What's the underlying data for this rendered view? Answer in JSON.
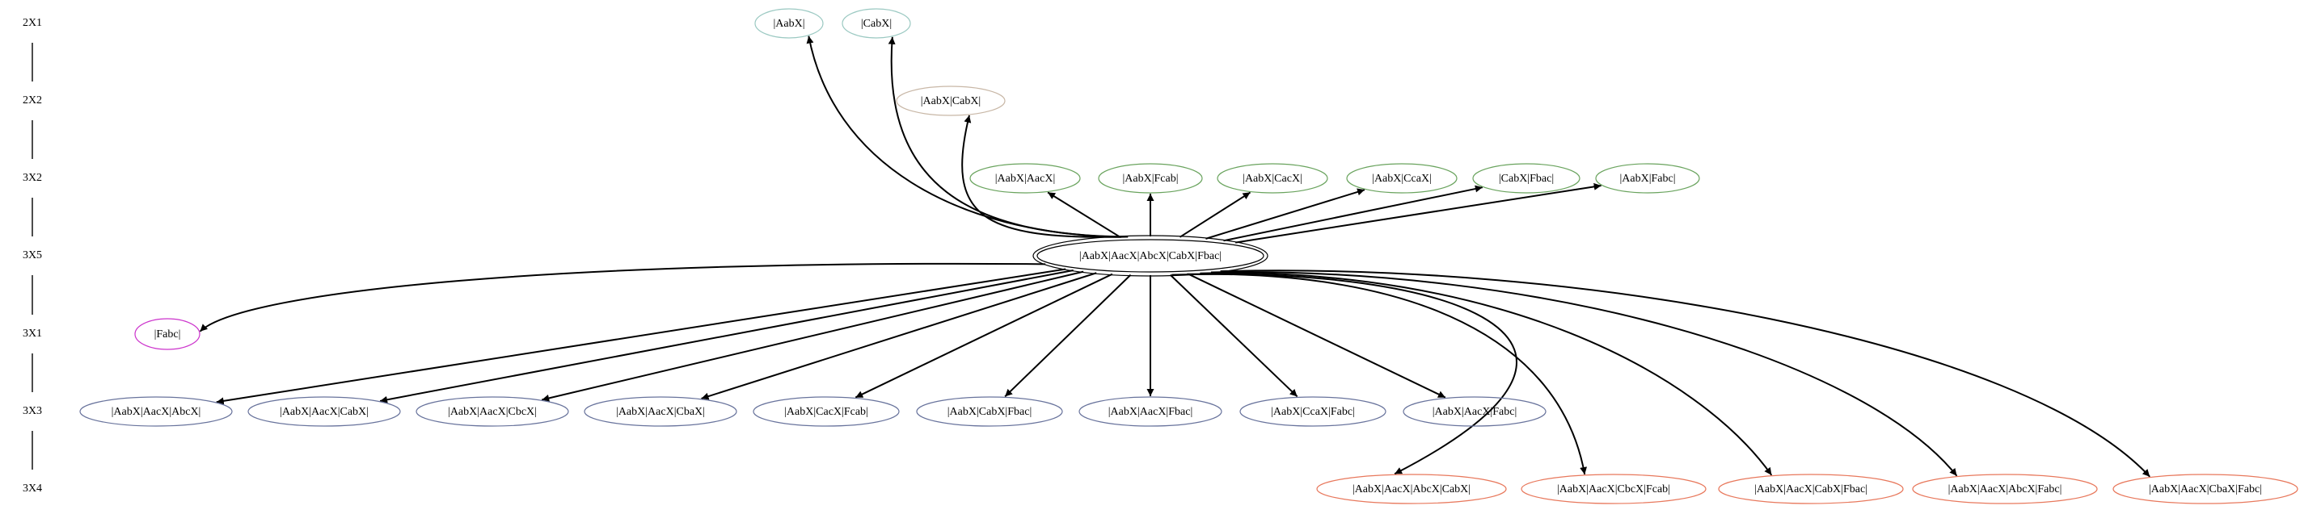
{
  "rank_labels": [
    "2X1",
    "2X2",
    "3X2",
    "3X5",
    "3X1",
    "3X3",
    "3X4"
  ],
  "colors": {
    "teal": "#9bc9c2",
    "tan": "#c8b7a6",
    "green": "#69a35d",
    "black": "#000000",
    "magenta": "#cc33cc",
    "slate": "#68739c",
    "coral": "#e8785c"
  },
  "nodes": {
    "center": {
      "label": "|AabX|AacX|AbcX|CabX|Fbac|",
      "rank": "3X5",
      "color": "black",
      "style": "double"
    },
    "r1_aabx": {
      "label": "|AabX|",
      "rank": "2X1",
      "color": "teal"
    },
    "r1_cabx": {
      "label": "|CabX|",
      "rank": "2X1",
      "color": "teal"
    },
    "r2_aabxcabx": {
      "label": "|AabX|CabX|",
      "rank": "2X2",
      "color": "tan"
    },
    "r3_aabxaacx": {
      "label": "|AabX|AacX|",
      "rank": "3X2",
      "color": "green"
    },
    "r3_aabxfcab": {
      "label": "|AabX|Fcab|",
      "rank": "3X2",
      "color": "green"
    },
    "r3_aabxcacx": {
      "label": "|AabX|CacX|",
      "rank": "3X2",
      "color": "green"
    },
    "r3_aabxccax": {
      "label": "|AabX|CcaX|",
      "rank": "3X2",
      "color": "green"
    },
    "r3_cabxfbac": {
      "label": "|CabX|Fbac|",
      "rank": "3X2",
      "color": "green"
    },
    "r3_aabxfabc": {
      "label": "|AabX|Fabc|",
      "rank": "3X2",
      "color": "green"
    },
    "r5_fabc": {
      "label": "|Fabc|",
      "rank": "3X1",
      "color": "magenta"
    },
    "r6_1": {
      "label": "|AabX|AacX|AbcX|",
      "rank": "3X3",
      "color": "slate"
    },
    "r6_2": {
      "label": "|AabX|AacX|CabX|",
      "rank": "3X3",
      "color": "slate"
    },
    "r6_3": {
      "label": "|AabX|AacX|CbcX|",
      "rank": "3X3",
      "color": "slate"
    },
    "r6_4": {
      "label": "|AabX|AacX|CbaX|",
      "rank": "3X3",
      "color": "slate"
    },
    "r6_5": {
      "label": "|AabX|CacX|Fcab|",
      "rank": "3X3",
      "color": "slate"
    },
    "r6_6": {
      "label": "|AabX|CabX|Fbac|",
      "rank": "3X3",
      "color": "slate"
    },
    "r6_7": {
      "label": "|AabX|AacX|Fbac|",
      "rank": "3X3",
      "color": "slate"
    },
    "r6_8": {
      "label": "|AabX|CcaX|Fabc|",
      "rank": "3X3",
      "color": "slate"
    },
    "r6_9": {
      "label": "|AabX|AacX|Fabc|",
      "rank": "3X3",
      "color": "slate"
    },
    "r7_1": {
      "label": "|AabX|AacX|AbcX|CabX|",
      "rank": "3X4",
      "color": "coral"
    },
    "r7_2": {
      "label": "|AabX|AacX|CbcX|Fcab|",
      "rank": "3X4",
      "color": "coral"
    },
    "r7_3": {
      "label": "|AabX|AacX|CabX|Fbac|",
      "rank": "3X4",
      "color": "coral"
    },
    "r7_4": {
      "label": "|AabX|AacX|AbcX|Fabc|",
      "rank": "3X4",
      "color": "coral"
    },
    "r7_5": {
      "label": "|AabX|AacX|CbaX|Fabc|",
      "rank": "3X4",
      "color": "coral"
    }
  },
  "edges": [
    [
      "center",
      "r1_aabx"
    ],
    [
      "center",
      "r1_cabx"
    ],
    [
      "center",
      "r2_aabxcabx"
    ],
    [
      "center",
      "r3_aabxaacx"
    ],
    [
      "center",
      "r3_aabxfcab"
    ],
    [
      "center",
      "r3_aabxcacx"
    ],
    [
      "center",
      "r3_aabxccax"
    ],
    [
      "center",
      "r3_cabxfbac"
    ],
    [
      "center",
      "r3_aabxfabc"
    ],
    [
      "center",
      "r5_fabc"
    ],
    [
      "center",
      "r6_1"
    ],
    [
      "center",
      "r6_2"
    ],
    [
      "center",
      "r6_3"
    ],
    [
      "center",
      "r6_4"
    ],
    [
      "center",
      "r6_5"
    ],
    [
      "center",
      "r6_6"
    ],
    [
      "center",
      "r6_7"
    ],
    [
      "center",
      "r6_8"
    ],
    [
      "center",
      "r6_9"
    ],
    [
      "center",
      "r7_1"
    ],
    [
      "center",
      "r7_2"
    ],
    [
      "center",
      "r7_3"
    ],
    [
      "center",
      "r7_4"
    ],
    [
      "center",
      "r7_5"
    ]
  ]
}
